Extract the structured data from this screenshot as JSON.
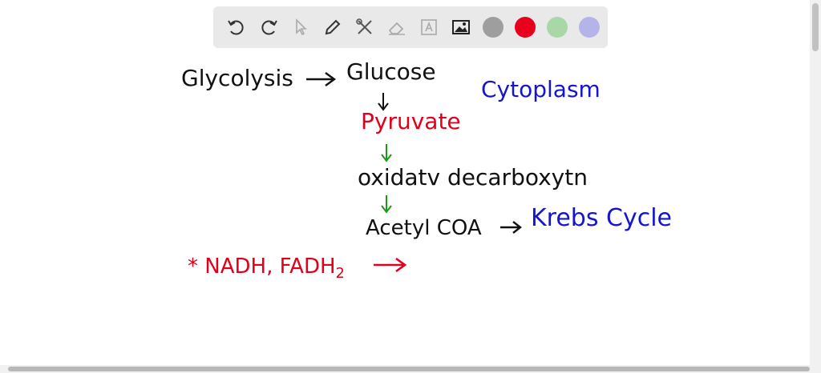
{
  "toolbar": {
    "tools": [
      "undo-icon",
      "redo-icon",
      "select-pointer-icon",
      "pen-icon",
      "tools-icon",
      "eraser-icon",
      "text-icon",
      "image-icon"
    ],
    "colors": [
      "#9e9e9e",
      "#e8001c",
      "#a8d8a8",
      "#b4b4e8"
    ]
  },
  "notes": {
    "glycolysis": "Glycolysis",
    "arrow1": "→",
    "glucose": "Glucose",
    "cytoplasm": "Cytoplasm",
    "pyruvate": "Pyruvate",
    "oxidative": "oxidatv decarboxytn",
    "acetyl": "Acetyl COA",
    "arrow2": "→",
    "krebs": "Krebs Cycle",
    "nadh": "* NADH, FADH",
    "nadh_sub": "2",
    "arrow3": "→"
  },
  "ink": {
    "black": "#111111",
    "red": "#e0001a",
    "blue": "#1515d0",
    "green": "#1a9a1a"
  }
}
